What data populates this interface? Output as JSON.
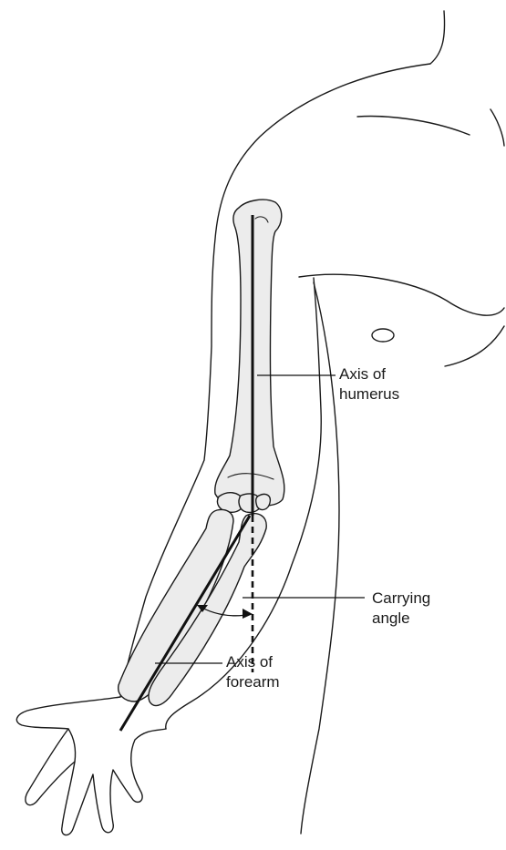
{
  "labels": {
    "axis_of_humerus": [
      "Axis of",
      "humerus"
    ],
    "carrying_angle": [
      "Carrying",
      "angle"
    ],
    "axis_of_forearm": [
      "Axis of",
      "forearm"
    ]
  },
  "colors": {
    "line": "#1a1a1a",
    "bone_fill": "#ececec",
    "background": "#ffffff"
  }
}
